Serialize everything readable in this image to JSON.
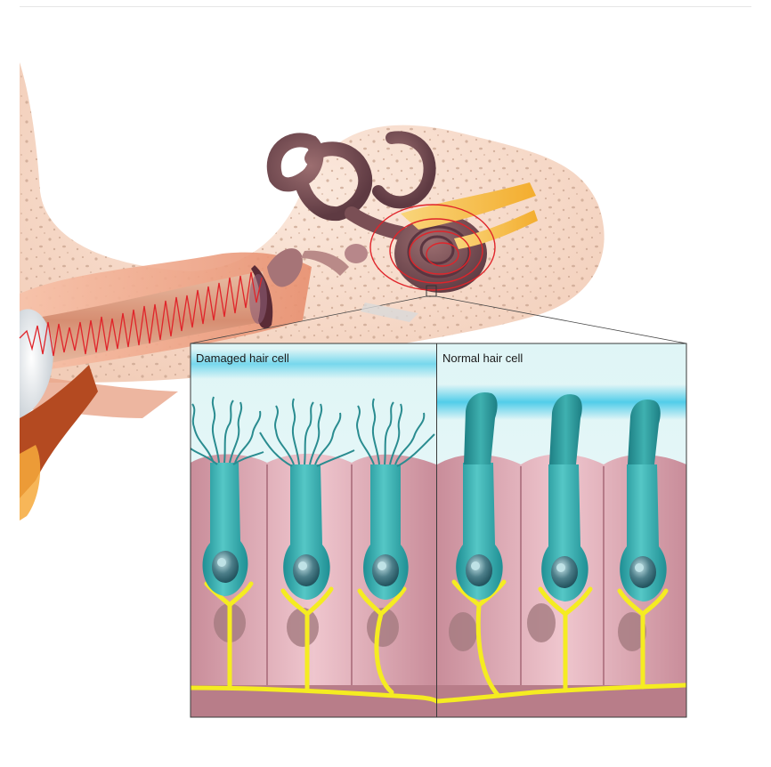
{
  "diagram": {
    "panels": [
      {
        "key": "damaged",
        "label": "Damaged hair cell"
      },
      {
        "key": "normal",
        "label": "Normal hair cell"
      }
    ],
    "colors": {
      "bone": "#f6dccd",
      "bone_pores": "#c9a48f",
      "skin": "#f0a889",
      "cochlea": "#7a4f55",
      "nerve": "#f7c24a",
      "sound_wave": "#e0242a",
      "cell_body": "#3bb0b0",
      "nerve_fiber": "#f5ec21",
      "tissue": "#d9a3ad",
      "gel_membrane": "#48c8e0",
      "background": "#ffffff"
    }
  }
}
